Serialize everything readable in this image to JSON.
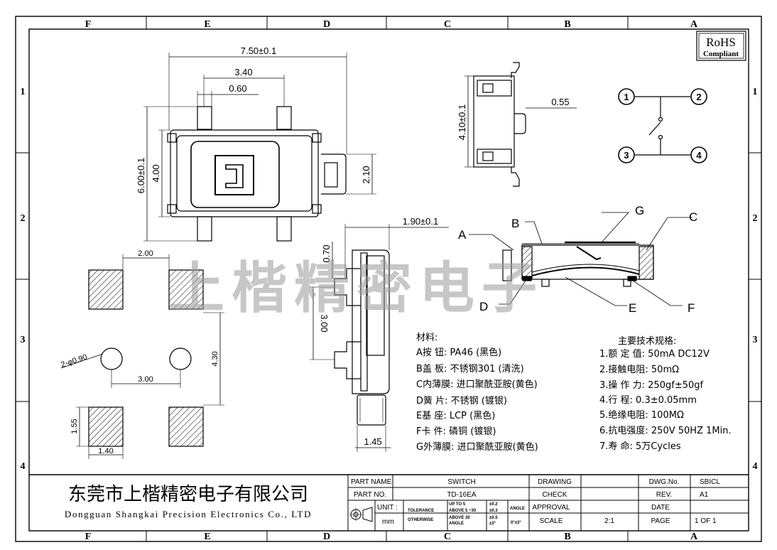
{
  "frame": {
    "columns": [
      "F",
      "E",
      "D",
      "C",
      "B",
      "A"
    ],
    "rows": [
      "1",
      "2",
      "3",
      "4"
    ]
  },
  "rohs": {
    "line1": "RoHS",
    "line2": "Compliant"
  },
  "watermark": "上楷精密电子",
  "dimensions": {
    "top_width": "7.50±0.1",
    "top_pitch": "3.40",
    "top_lead": "0.60",
    "top_height": "6.00±0.1",
    "top_inner": "4.00",
    "top_stem": "2.10",
    "side_height": "4.10±0.1",
    "side_stem": "0.55",
    "front_width": "1.90±0.1",
    "front_lead": "0.70",
    "front_pitch": "3.00",
    "front_base": "1.45",
    "pcb_gap": "2.00",
    "pcb_holes": "2-φ0.90",
    "pcb_hole_pitch": "3.00",
    "pcb_vertical": "4.30",
    "pcb_pad_h": "1.55",
    "pcb_pad_w": "1.40"
  },
  "schematic": {
    "pins": [
      "1",
      "2",
      "3",
      "4"
    ]
  },
  "callouts": [
    "A",
    "B",
    "C",
    "D",
    "E",
    "F",
    "G"
  ],
  "materials": {
    "title": "材料:",
    "items": [
      "A按  钮: PA46 (黑色)",
      "B盖  板: 不锈钢301 (清洗)",
      "C内薄膜: 进口聚酰亚胺(黄色)",
      "D簧  片: 不锈钢 (镀银)",
      "E基  座: LCP (黑色)",
      "F卡  件: 磷铜 (镀银)",
      "G外薄膜: 进口聚酰亚胺(黄色)"
    ]
  },
  "specs": {
    "title": "主要技术规格:",
    "items": [
      "1.额 定 值: 50mA DC12V",
      "2.接触电阻: 50mΩ",
      "3.操 作 力: 250gf±50gf",
      "4.行    程: 0.3±0.05mm",
      "5.绝缘电阻: 100MΩ",
      "6.抗电强度: 250V 50HZ 1Min.",
      "7.寿    命: 5万Cycles"
    ]
  },
  "company": {
    "cn": "东莞市上楷精密电子有限公司",
    "en": "Dongguan Shangkai Precision Electronics Co., LTD"
  },
  "title_block": {
    "part_name_label": "PART NAME",
    "part_name": "SWITCH",
    "part_no_label": "PART NO.",
    "part_no": "TD-16EA",
    "unit_label": "UNIT :",
    "unit": "mm",
    "tolerance_label": "TOLERANCE",
    "otherwise_label": "OTHERWISE",
    "tol_rows": [
      "UP TO 5",
      "ABOVE 5 ~30",
      "ABOVE 30"
    ],
    "tol_vals": [
      "±0.2",
      "±0.3",
      "±0.5"
    ],
    "angle_row": "ANGLE",
    "angle_row_val": "±3°",
    "angle_label": "ANGLE",
    "angle_val": "0°±3°",
    "drawing_label": "DRAWING",
    "check_label": "CHECK",
    "approval_label": "APPROVAL",
    "scale_label": "SCALE",
    "scale": "2:1",
    "dwg_no_label": "DWG.No.",
    "dwg_no": "SBICL",
    "rev_label": "REV.",
    "rev": "A1",
    "date_label": "DATE",
    "page_label": "PAGE",
    "page": "1 OF 1"
  }
}
